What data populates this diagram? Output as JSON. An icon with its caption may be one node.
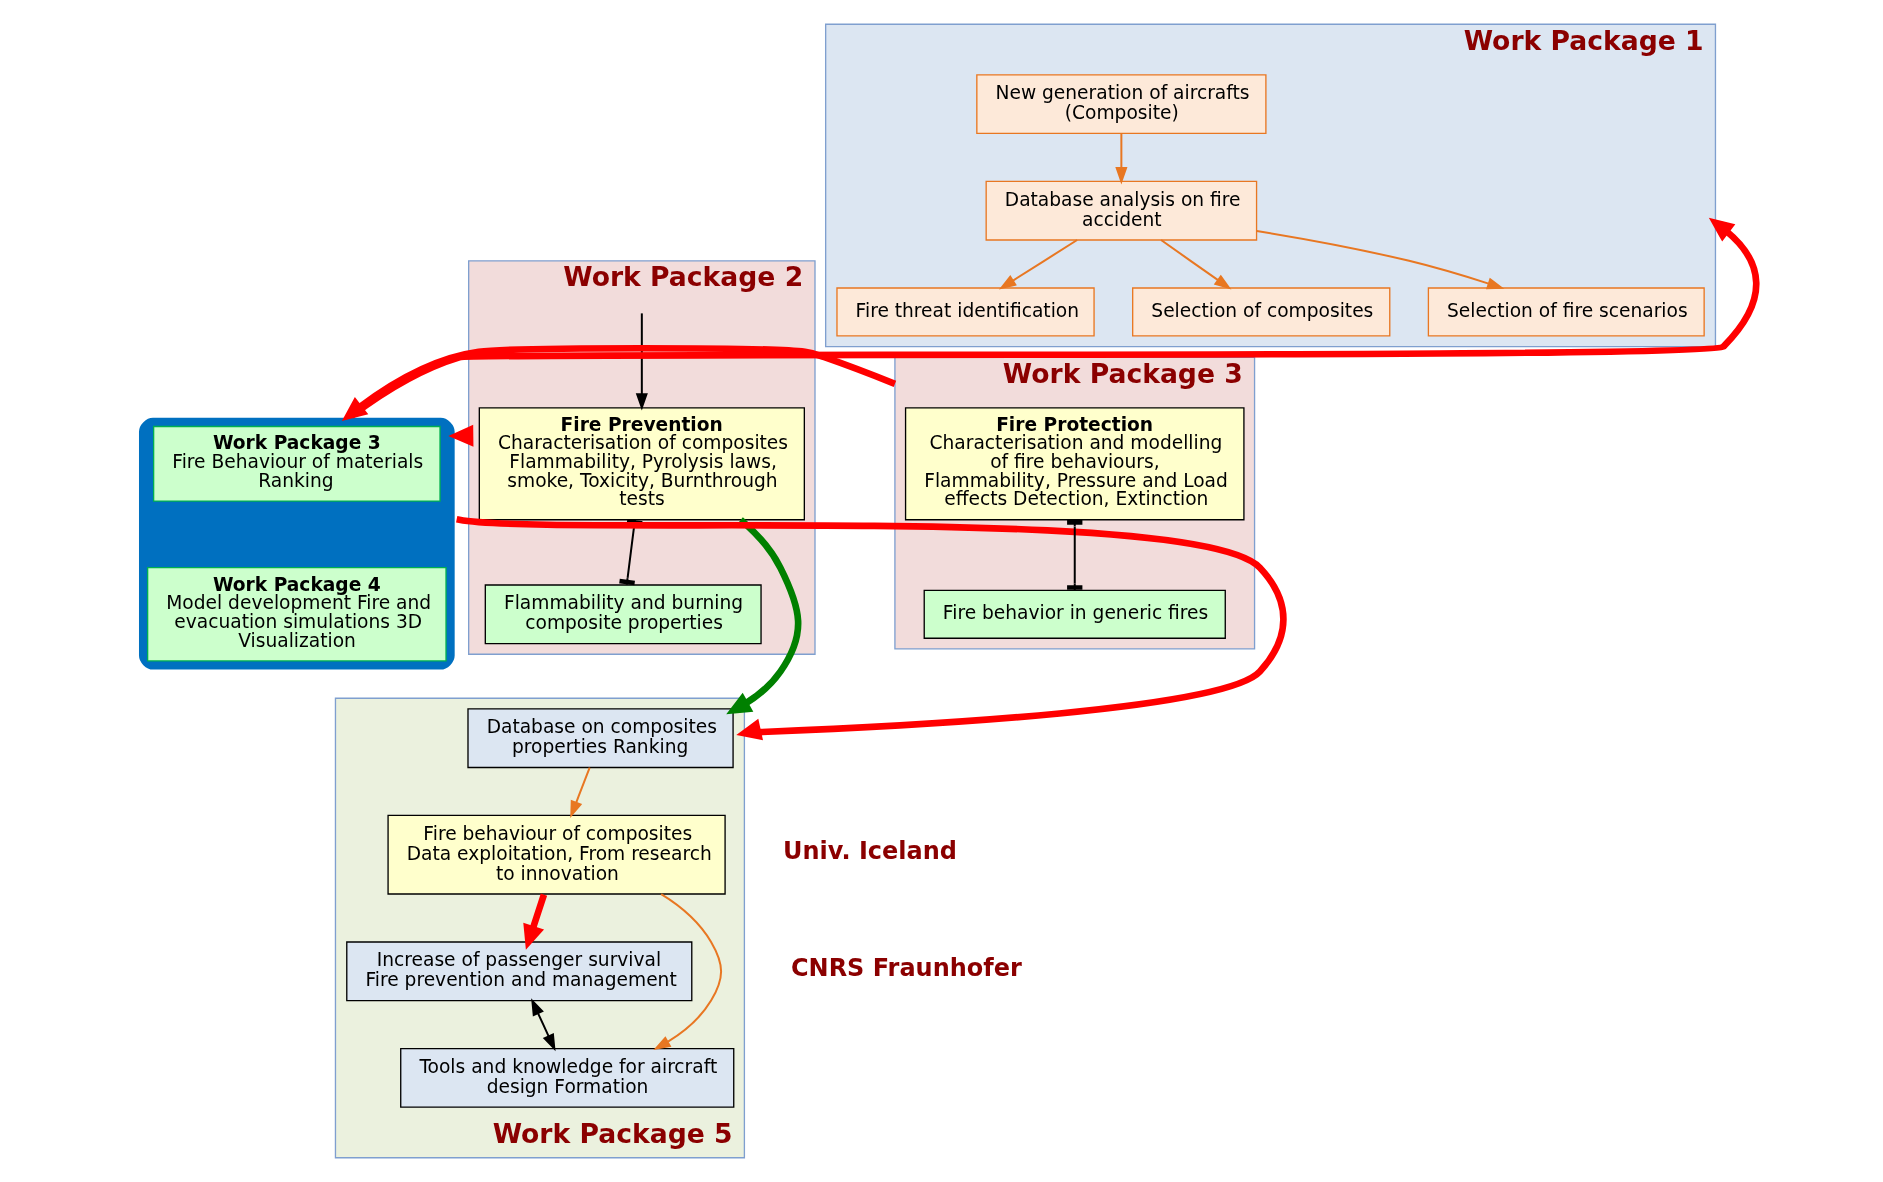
{
  "diagram": {
    "nodes": [
      {
        "text": [
          "Work Package 1"
        ]
      },
      {
        "text": [
          "New generation of aircrafts (Composite)"
        ],
        "in": 0
      },
      {
        "text": [
          "Database analysis on fire accident"
        ],
        "in": 0
      },
      {
        "text": [
          "Fire threat identification"
        ],
        "in": 0
      },
      {
        "text": [
          "Selection of composites"
        ],
        "in": 0
      },
      {
        "text": [
          "Selection of fire scenarios"
        ],
        "in": 0
      },
      {
        "text": [
          "Work Package 2"
        ]
      },
      {
        "text": [
          "Fire Prevention",
          "Characterisation of composites Flammability, Pyrolysis laws, smoke, Toxicity, Burnthrough tests"
        ],
        "in": 6
      },
      {
        "text": [
          "Flammability and burning composite properties"
        ],
        "in": 6
      },
      {
        "text": [],
        "shape": "box"
      },
      {
        "text": [
          "Work Package 3",
          "Fire Behaviour of materials Ranking"
        ],
        "in": 9
      },
      {
        "text": [
          "Work Package 4",
          "Model development Fire and evacuation simulations 3D Visualization"
        ],
        "in": 9
      },
      {
        "text": [
          "Work Package 3"
        ]
      },
      {
        "text": [
          "Fire Protection",
          "Characterisation and modelling of fire behaviours, Flammability, Pressure and Load effects Detection, Extinction"
        ],
        "in": 12
      },
      {
        "text": [
          "Fire behavior in generic fires"
        ],
        "in": 12
      },
      {
        "text": [
          "Work Package 5"
        ]
      },
      {
        "text": [
          "Database on composites properties Ranking"
        ],
        "in": 15
      },
      {
        "text": [
          "Fire behaviour of composites Data exploitation, From research to innovation"
        ],
        "in": 15
      },
      {
        "text": [
          "Increase of passenger survival Fire prevention and management"
        ],
        "in": 15
      },
      {
        "text": [
          "Tools and knowledge for aircraft design Formation"
        ],
        "in": 15
      }
    ],
    "edges": [
      {
        "from": 1,
        "to": 2,
        "arrow": "to"
      },
      {
        "from": 2,
        "to": 3,
        "arrow": "to"
      },
      {
        "from": 2,
        "to": 4,
        "arrow": "to"
      },
      {
        "from": 2,
        "to": 5,
        "arrow": "to"
      },
      {
        "from": null,
        "to": 7,
        "arrow": "to",
        "color": "#000000"
      },
      {
        "from": 7,
        "to": 8,
        "arrow": "other",
        "color": "#000000"
      },
      {
        "from": 13,
        "to": 14,
        "arrow": "other",
        "color": "#000000"
      },
      {
        "from": 9,
        "to": 0,
        "arrow": "to",
        "style": "thick",
        "color": "#ff0000"
      },
      {
        "from": 6,
        "to": 9,
        "arrow": "to",
        "style": "thick",
        "color": "#ff0000"
      },
      {
        "from": 12,
        "to": 9,
        "arrow": "to",
        "style": "thick",
        "color": "#ff0000"
      },
      {
        "from": 9,
        "to": 15,
        "arrow": "to",
        "style": "thick",
        "color": "#ff0000"
      },
      {
        "from": 7,
        "to": 16,
        "arrow": "to",
        "style": "thick",
        "color": "#008000"
      },
      {
        "from": 16,
        "to": 17,
        "arrow": "to"
      },
      {
        "from": 17,
        "to": 19,
        "arrow": "to"
      },
      {
        "from": 17,
        "to": 18,
        "arrow": "to",
        "style": "thick",
        "color": "#ff0000"
      },
      {
        "from": 18,
        "to": 19,
        "arrow": "both",
        "color": "#000000"
      }
    ],
    "labels": [
      "Univ. Iceland",
      "CNRS Fraunhofer"
    ]
  }
}
